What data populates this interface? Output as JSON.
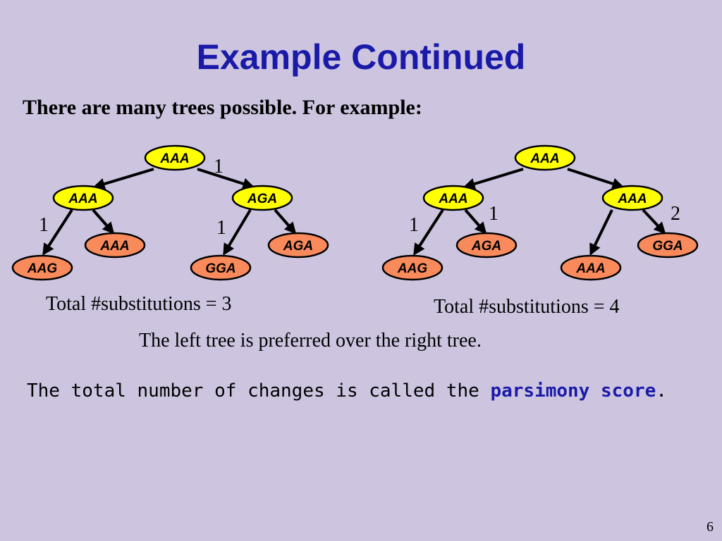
{
  "slide": {
    "title": "Example Continued",
    "subtitle": "There are many trees possible.  For example:",
    "left_total": "Total #substitutions = 3",
    "right_total": "Total #substitutions = 4",
    "preference": "The left tree is preferred over the right tree.",
    "definition_prefix": "The total number of changes is called the ",
    "definition_term": "parsimony score",
    "definition_suffix": ".",
    "page_number": "6"
  },
  "colors": {
    "background": "#cdc5e0",
    "title": "#1a1aa8",
    "internal_node": "#ffff00",
    "leaf_node": "#f98a5c"
  },
  "trees": {
    "left": {
      "nodes": {
        "root": "AAA",
        "left_child": "AAA",
        "right_child": "AGA",
        "leaf1": "AAG",
        "leaf2": "AAA",
        "leaf3": "GGA",
        "leaf4": "AGA"
      },
      "edge_labels": {
        "root_right": "1",
        "left_leaf1": "1",
        "right_leaf3": "1"
      }
    },
    "right": {
      "nodes": {
        "root": "AAA",
        "left_child": "AAA",
        "right_child": "AAA",
        "leaf1": "AAG",
        "leaf2": "AGA",
        "leaf3": "AAA",
        "leaf4": "GGA"
      },
      "edge_labels": {
        "left_leaf1": "1",
        "left_leaf2": "1",
        "right_leaf4": "2"
      }
    }
  }
}
